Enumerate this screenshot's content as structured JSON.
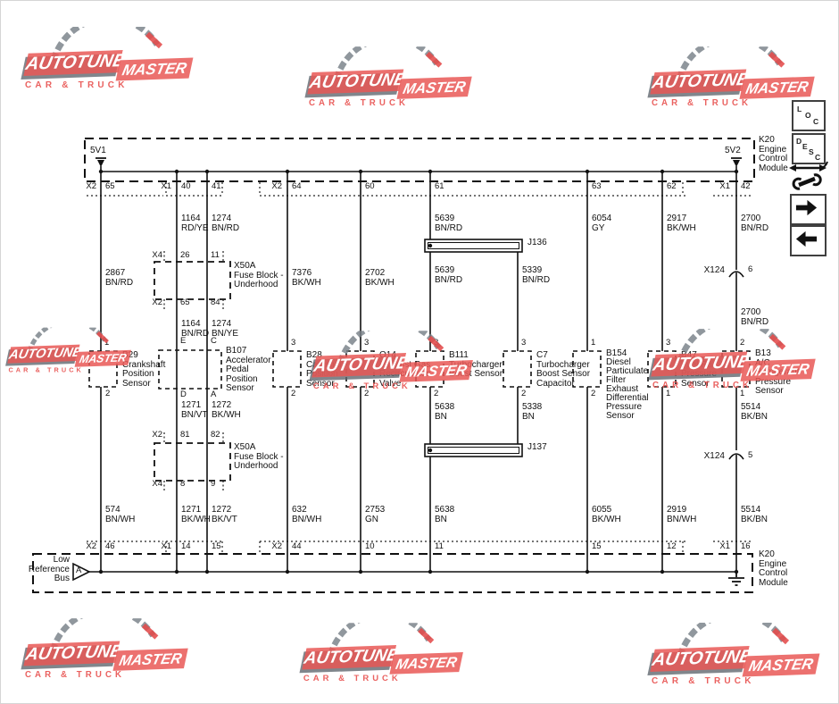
{
  "logo": {
    "autotune": "AUTOTUNE",
    "master": "MASTER",
    "tagline": "CAR & TRUCK"
  },
  "side_icons": {
    "loc": [
      "L",
      "O",
      "C"
    ],
    "desc": [
      "D",
      "E",
      "S",
      "C"
    ]
  },
  "ecm_top": {
    "ref_left": "5V1",
    "ref_right": "5V2",
    "name_lines": [
      "K20",
      "Engine",
      "Control",
      "Module"
    ]
  },
  "ecm_bottom": {
    "name_lines": [
      "K20",
      "Engine",
      "Control",
      "Module"
    ],
    "bus_lines": [
      "Low",
      "Reference",
      "Bus"
    ],
    "bus_id": "A"
  },
  "top_pins": [
    {
      "conn": "X2",
      "pin": "65"
    },
    {
      "conn": "X1",
      "pin": "40"
    },
    {
      "pin": "41"
    },
    {
      "conn": "X2",
      "pin": "64"
    },
    {
      "pin": "60"
    },
    {
      "pin": "61"
    },
    {
      "pin": "63"
    },
    {
      "pin": "62"
    },
    {
      "conn": "X1",
      "pin": "42"
    }
  ],
  "bottom_pins": [
    {
      "conn": "X2",
      "pin": "46"
    },
    {
      "conn": "X1",
      "pin": "14"
    },
    {
      "pin": "15"
    },
    {
      "conn": "X2",
      "pin": "44"
    },
    {
      "pin": "10"
    },
    {
      "pin": "11"
    },
    {
      "pin": "15"
    },
    {
      "pin": "12"
    },
    {
      "conn": "X1",
      "pin": "16"
    }
  ],
  "wires": [
    [
      "2867",
      "BN/RD"
    ],
    [
      "1164",
      "RD/YE"
    ],
    [
      "1274",
      "BN/RD"
    ],
    [
      "7376",
      "BK/WH"
    ],
    [
      "2702",
      "BK/WH"
    ],
    [
      "5639",
      "BN/RD"
    ],
    [
      "5639",
      "BN/RD"
    ],
    [
      "5339",
      "BN/RD"
    ],
    [
      "6054",
      "GY"
    ],
    [
      "2917",
      "BK/WH"
    ],
    [
      "2700",
      "BN/RD"
    ],
    [
      "2700",
      "BN/RD"
    ],
    [
      "1164",
      "BN/RD"
    ],
    [
      "1274",
      "BN/YE"
    ],
    [
      "1271",
      "BN/VT"
    ],
    [
      "1272",
      "BK/WH"
    ],
    [
      "5638",
      "BN"
    ],
    [
      "5338",
      "BN"
    ],
    [
      "5514",
      "BK/BN"
    ],
    [
      "574",
      "BN/WH"
    ],
    [
      "1271",
      "BK/WH"
    ],
    [
      "1272",
      "BK/VT"
    ],
    [
      "632",
      "BN/WH"
    ],
    [
      "2753",
      "GN"
    ],
    [
      "5638",
      "BN"
    ],
    [
      "6055",
      "BK/WH"
    ],
    [
      "2919",
      "BN/WH"
    ],
    [
      "5514",
      "BK/BN"
    ]
  ],
  "fuse_blocks": [
    {
      "label_lines": [
        "X50A",
        "Fuse Block -",
        "Underhood"
      ],
      "top_conn": "X4",
      "top_pins": [
        "26",
        "11"
      ],
      "bottom_conn": "X2",
      "bottom_pins": [
        "65",
        "84"
      ]
    },
    {
      "label_lines": [
        "X50A",
        "Fuse Block -",
        "Underhood"
      ],
      "top_conn": "X2",
      "top_pins": [
        "81",
        "82"
      ],
      "bottom_conn": "X4",
      "bottom_pins": [
        "8",
        "9"
      ]
    }
  ],
  "components": [
    {
      "label_lines": [
        "B29",
        "Crankshaft",
        "Position",
        "Sensor"
      ],
      "top_pin": "1",
      "bottom_pin": "2"
    },
    {
      "label_lines": [
        "B107",
        "Accelerator",
        "Pedal",
        "Position",
        "Sensor"
      ],
      "top_pins": [
        "E",
        "C"
      ],
      "bottom_pins": [
        "D",
        "A"
      ]
    },
    {
      "label_lines": [
        "B28",
        "Camshaft",
        "Position",
        "Sensor"
      ],
      "top_pin": "3",
      "bottom_pin": "2"
    },
    {
      "label_lines": [
        "Q14",
        "Exhaust Gas",
        "Recirculation",
        "Valve"
      ],
      "top_pin": "3",
      "bottom_pin": "2"
    },
    {
      "label_lines": [
        "B111",
        "Turbocharger",
        "Boost Sensor"
      ],
      "top_pin": "3",
      "bottom_pin": "2"
    },
    {
      "label_lines": [
        "C7",
        "Turbocharger",
        "Boost Sensor",
        "Capacitor"
      ],
      "top_pin": "3",
      "bottom_pin": "2"
    },
    {
      "label_lines": [
        "B154",
        "Diesel",
        "Particulate",
        "Filter",
        "Exhaust",
        "Differential",
        "Pressure",
        "Sensor"
      ],
      "top_pin": "1",
      "bottom_pin": "2"
    },
    {
      "label_lines": [
        "B47",
        "Fuel Rail",
        "Pressure",
        "Sensor"
      ],
      "top_pin": "3",
      "bottom_pin": "1"
    },
    {
      "label_lines": [
        "B13",
        "A/C",
        "Refrigerant",
        "Pressure",
        "Sensor"
      ],
      "top_pin": "2",
      "bottom_pin": "1"
    }
  ],
  "splices": [
    {
      "id": "J136"
    },
    {
      "id": "J137"
    }
  ],
  "inline_conns": [
    {
      "id": "X124",
      "pin": "6"
    },
    {
      "id": "X124",
      "pin": "5"
    }
  ]
}
